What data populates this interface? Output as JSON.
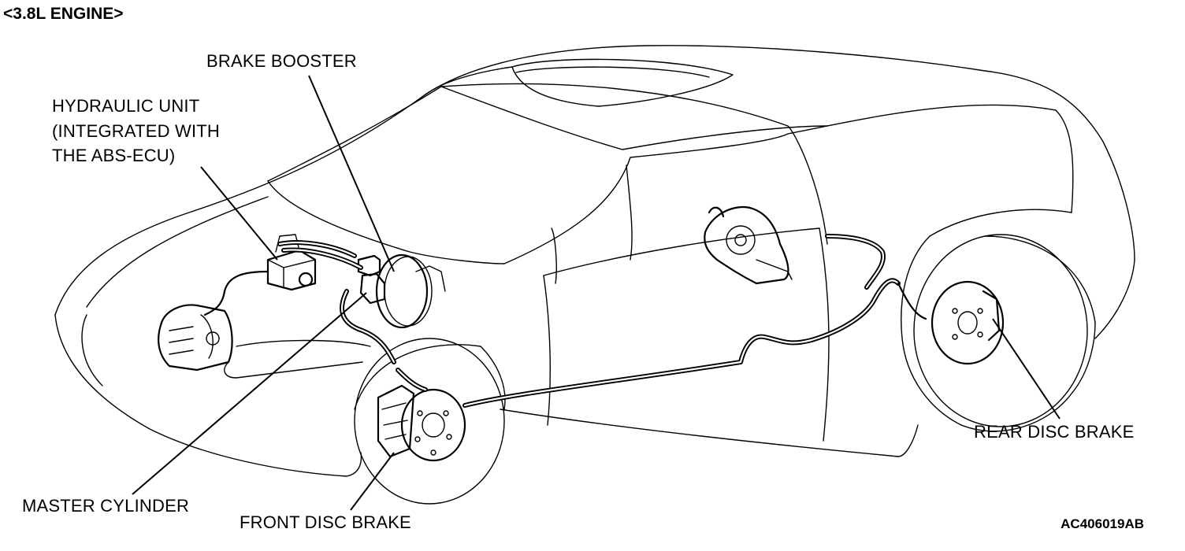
{
  "title": "<3.8L ENGINE>",
  "labels": {
    "brake_booster": "BRAKE BOOSTER",
    "hydraulic_unit": [
      "HYDRAULIC UNIT",
      "(INTEGRATED WITH",
      "THE ABS-ECU)"
    ],
    "master_cylinder": "MASTER CYLINDER",
    "front_disc_brake": "FRONT DISC BRAKE",
    "rear_disc_brake": "REAR DISC BRAKE"
  },
  "figure_id": "AC406019AB"
}
